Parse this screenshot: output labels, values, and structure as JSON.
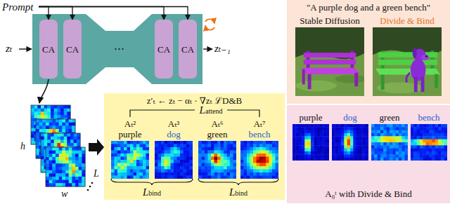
{
  "diagram": {
    "nodes": [
      {
        "text": [
          "Prompt"
        ]
      },
      {
        "text": [
          "CA"
        ]
      },
      {
        "text": [
          "CA"
        ]
      },
      {
        "text": [
          "CA"
        ]
      },
      {
        "text": [
          "CA"
        ]
      },
      {
        "text": [
          "\"A purple dog and a green bench\""
        ]
      },
      {
        "text": [
          "Stable Diffusion"
        ],
        "in": 5
      },
      {
        "text": [
          "Divide & Bind"
        ],
        "in": 5
      },
      {
        "text": [
          "z′ₜ ← zₜ − αₜ · ∇zₜ ℒD&B"
        ]
      },
      {
        "text": [
          "Aₜ²",
          "purple"
        ],
        "in": 8
      },
      {
        "text": [
          "Aₜ³",
          "dog"
        ],
        "in": 8
      },
      {
        "text": [
          "Aₜ⁶",
          "green"
        ],
        "in": 8
      },
      {
        "text": [
          "Aₜ⁷",
          "bench"
        ],
        "in": 8
      },
      {
        "text": [
          "A₀ᵗ with Divide & Bind"
        ]
      },
      {
        "text": [
          "purple"
        ],
        "in": 13
      },
      {
        "text": [
          "dog"
        ],
        "in": 13
      },
      {
        "text": [
          "green"
        ],
        "in": 13
      },
      {
        "text": [
          "bench"
        ],
        "in": 13
      }
    ],
    "edges": [
      {
        "from": 0,
        "to": 1,
        "arrow": "to"
      },
      {
        "from": 0,
        "to": 2,
        "arrow": "to"
      },
      {
        "from": 0,
        "to": 3,
        "arrow": "to"
      },
      {
        "from": 0,
        "to": 4,
        "arrow": "to"
      }
    ],
    "labels": [
      "zₜ",
      "zₜ₋₁",
      "⋯",
      "h",
      "w",
      "L",
      "Lattend",
      "Lbind",
      "Lbind"
    ]
  }
}
